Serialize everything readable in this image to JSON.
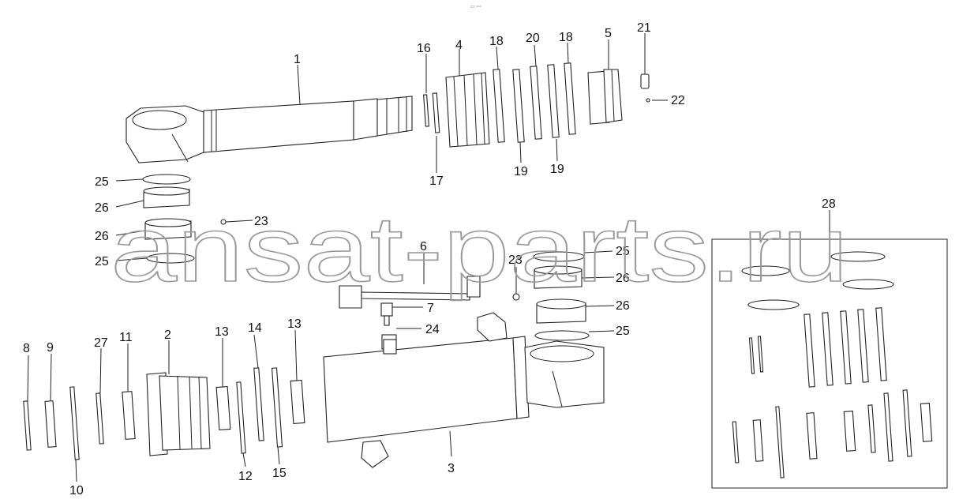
{
  "header_text": "▭ ▫▫▫",
  "watermark": "ansat-parts.ru",
  "callouts": {
    "c1": "1",
    "c2": "2",
    "c3": "3",
    "c4": "4",
    "c5": "5",
    "c6": "6",
    "c7": "7",
    "c8": "8",
    "c9": "9",
    "c10": "10",
    "c11": "11",
    "c12": "12",
    "c13a": "13",
    "c13b": "13",
    "c14": "14",
    "c15": "15",
    "c16": "16",
    "c17": "17",
    "c18a": "18",
    "c18b": "18",
    "c19a": "19",
    "c19b": "19",
    "c20": "20",
    "c21": "21",
    "c22": "22",
    "c23a": "23",
    "c23b": "23",
    "c24": "24",
    "c25a": "25",
    "c25b": "25",
    "c25c": "25",
    "c25d": "25",
    "c26a": "26",
    "c26b": "26",
    "c26c": "26",
    "c26d": "26",
    "c27": "27",
    "c28": "28"
  }
}
